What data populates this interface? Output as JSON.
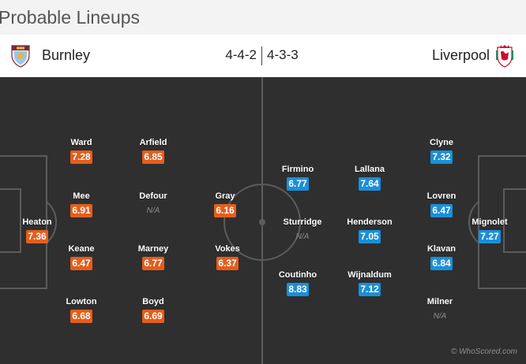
{
  "page": {
    "title": "Probable Lineups"
  },
  "home": {
    "name": "Burnley",
    "formation": "4-4-2",
    "crest_icon": "burnley-crest-icon",
    "color": "#e55d1c",
    "players": [
      {
        "name": "Heaton",
        "rating": "7.36"
      },
      {
        "name": "Ward",
        "rating": "7.28"
      },
      {
        "name": "Mee",
        "rating": "6.91"
      },
      {
        "name": "Keane",
        "rating": "6.47"
      },
      {
        "name": "Lowton",
        "rating": "6.68"
      },
      {
        "name": "Arfield",
        "rating": "6.85"
      },
      {
        "name": "Defour",
        "rating": "N/A"
      },
      {
        "name": "Marney",
        "rating": "6.77"
      },
      {
        "name": "Boyd",
        "rating": "6.69"
      },
      {
        "name": "Gray",
        "rating": "6.16"
      },
      {
        "name": "Vokes",
        "rating": "6.37"
      }
    ]
  },
  "away": {
    "name": "Liverpool",
    "formation": "4-3-3",
    "crest_icon": "liverpool-crest-icon",
    "color": "#1a8fd8",
    "players": [
      {
        "name": "Firmino",
        "rating": "6.77"
      },
      {
        "name": "Sturridge",
        "rating": "N/A"
      },
      {
        "name": "Coutinho",
        "rating": "8.83"
      },
      {
        "name": "Lallana",
        "rating": "7.64"
      },
      {
        "name": "Henderson",
        "rating": "7.05"
      },
      {
        "name": "Wijnaldum",
        "rating": "7.12"
      },
      {
        "name": "Clyne",
        "rating": "7.32"
      },
      {
        "name": "Lovren",
        "rating": "6.47"
      },
      {
        "name": "Klavan",
        "rating": "6.84"
      },
      {
        "name": "Milner",
        "rating": "N/A"
      },
      {
        "name": "Mignolet",
        "rating": "7.27"
      }
    ]
  },
  "pitch": {
    "background": "#2f2f2f",
    "line_color": "#5c5c5c"
  },
  "footer": {
    "copyright": "© WhoScored.com"
  }
}
